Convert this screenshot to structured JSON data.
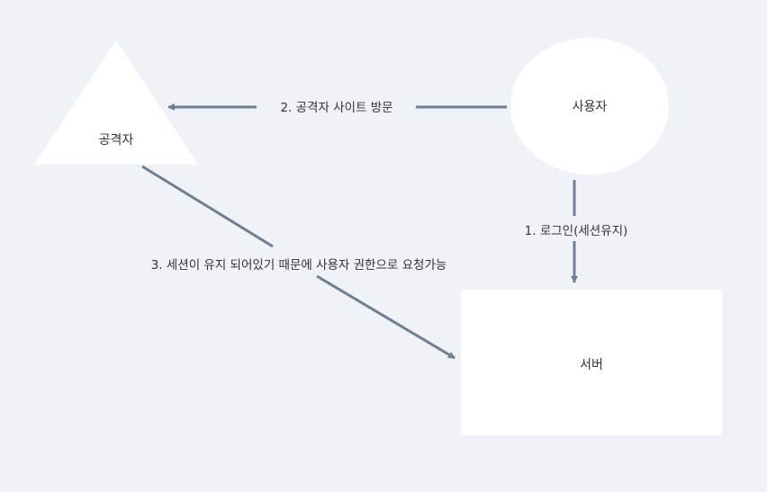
{
  "nodes": {
    "attacker": {
      "label": "공격자"
    },
    "user": {
      "label": "사용자"
    },
    "server": {
      "label": "서버"
    }
  },
  "edges": {
    "login": {
      "label": "1. 로그인(세션유지)"
    },
    "visit": {
      "label": "2. 공격자 사이트 방문"
    },
    "request": {
      "label": "3. 세션이 유지 되어있기 때문에 사용자 권한으로 요청가능"
    }
  },
  "colors": {
    "background": "#eff2f6",
    "shape_fill": "#ffffff",
    "arrow": "#6e7f91",
    "text": "#333333"
  }
}
